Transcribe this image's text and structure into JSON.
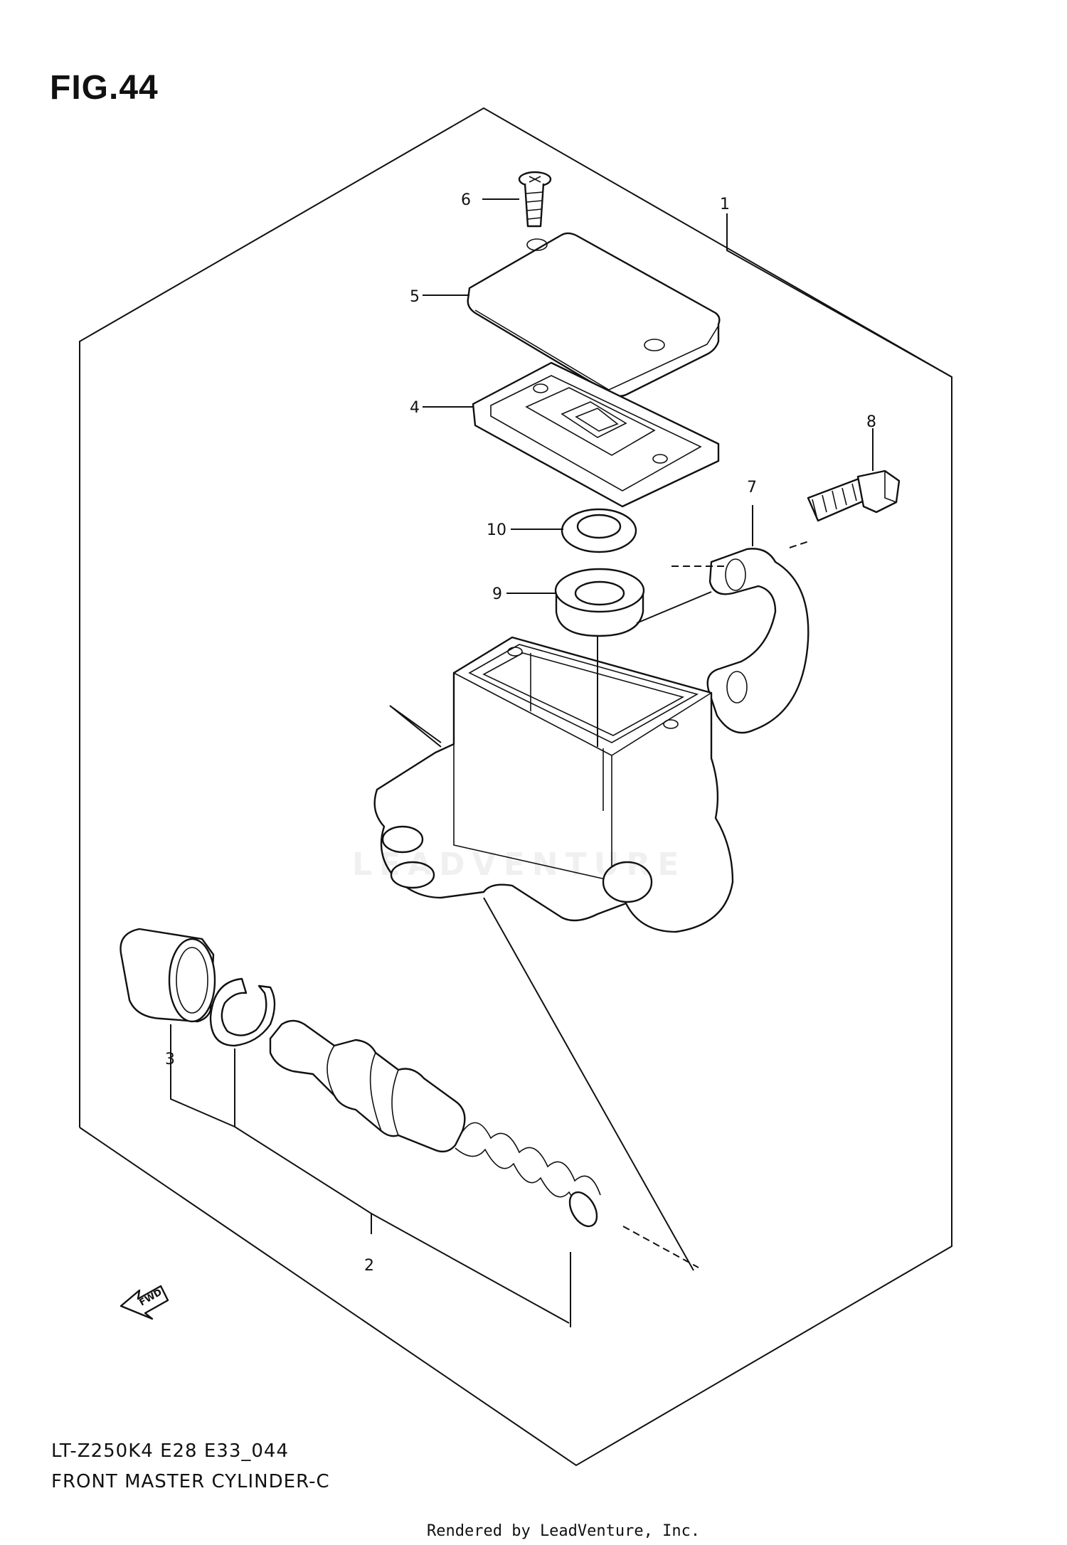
{
  "figure": {
    "title": "FIG.44"
  },
  "callouts": [
    "1",
    "2",
    "3",
    "4",
    "5",
    "6",
    "7",
    "8",
    "9",
    "10"
  ],
  "caption": {
    "model_code": "LT-Z250K4 E28 E33_044",
    "name": "FRONT MASTER CYLINDER-C"
  },
  "fwd_label": "FWD",
  "watermark": "LEADVENTURE",
  "footer": {
    "rendered_by": "Rendered by LeadVenture, Inc."
  }
}
